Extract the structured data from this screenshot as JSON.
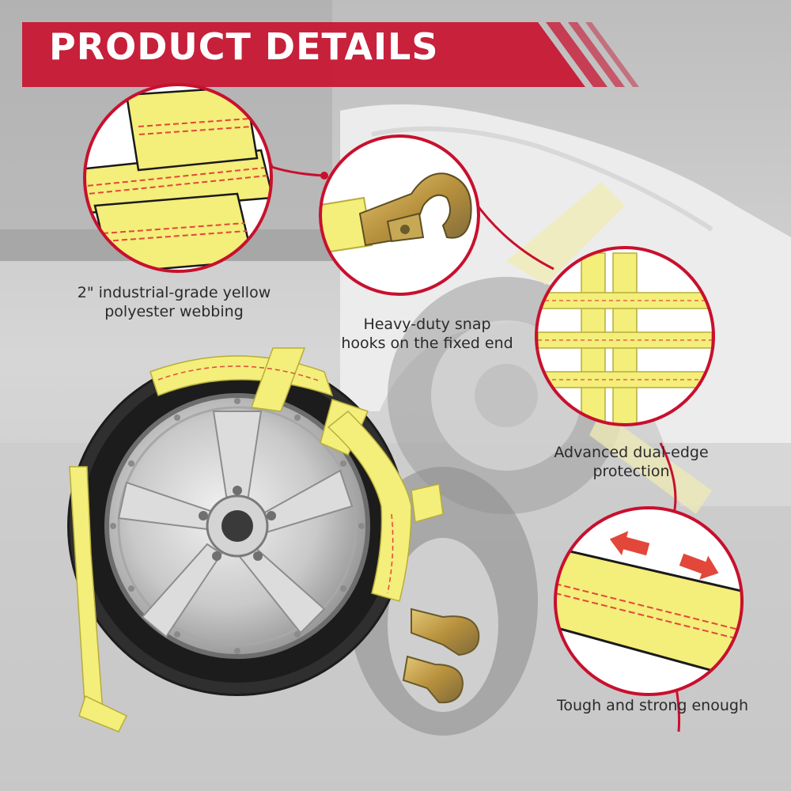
{
  "banner": {
    "title": "PRODUCT DETAILS",
    "color": "#c8102e"
  },
  "callouts": [
    {
      "lines": [
        "2\" industrial-grade yellow",
        "polyester webbing"
      ]
    },
    {
      "lines": [
        "Heavy-duty snap",
        "hooks on the fixed end"
      ]
    },
    {
      "lines": [
        "Advanced dual-edge",
        "protection"
      ]
    },
    {
      "lines": [
        "Tough and strong enough"
      ]
    }
  ],
  "colors": {
    "strap_yellow": "#f4ee7a",
    "stitch_red": "#e2473a",
    "accent_red": "#c8102e",
    "hook_gold": "#c9a64a"
  }
}
